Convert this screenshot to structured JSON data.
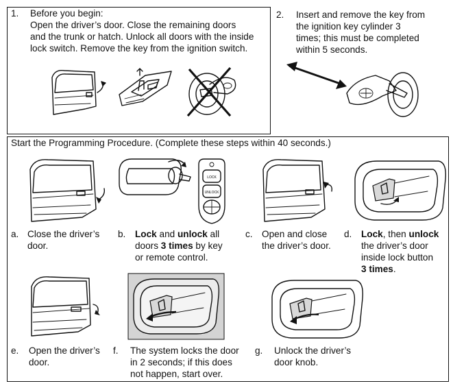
{
  "step1": {
    "number": "1.",
    "title": "Before you begin:",
    "lines": [
      "Open the driver’s door. Close the remaining doors",
      "and the trunk or hatch. Unlock all doors with the inside",
      "lock switch. Remove the key from the ignition switch."
    ]
  },
  "step2": {
    "number": "2.",
    "lines": [
      "Insert and remove the key from",
      "the ignition key cylinder 3",
      "times; this must be completed",
      "within 5 seconds."
    ]
  },
  "programming": {
    "heading": "Start the Programming Procedure. (Complete these steps within 40 seconds.)",
    "steps": [
      {
        "letter": "a.",
        "lines": [
          "Close the driver’s",
          "door."
        ]
      },
      {
        "letter": "b.",
        "bold1": "Lock",
        "mid1": " and ",
        "bold2": "unlock",
        "rest1": " all",
        "line2_pre": "doors ",
        "line2_bold": "3 times",
        "line2_post": " by key",
        "line3": "or remote control."
      },
      {
        "letter": "c.",
        "lines": [
          "Open and close",
          "the driver’s door."
        ]
      },
      {
        "letter": "d.",
        "bold1": "Lock",
        "mid1": ", then ",
        "bold2": "unlock",
        "line2": "the driver’s door",
        "line3": "inside lock button",
        "line4_bold": "3 times",
        "line4_post": "."
      },
      {
        "letter": "e.",
        "lines": [
          "Open the driver’s",
          "door."
        ]
      },
      {
        "letter": "f.",
        "lines": [
          "The system locks the door",
          "in 2 seconds; if this does",
          "not happen, start over."
        ]
      },
      {
        "letter": "g.",
        "lines": [
          "Unlock the driver’s",
          "door knob."
        ]
      }
    ]
  },
  "remote": {
    "lock_label": "LOCK",
    "unlock_label": "UNLOCK"
  }
}
